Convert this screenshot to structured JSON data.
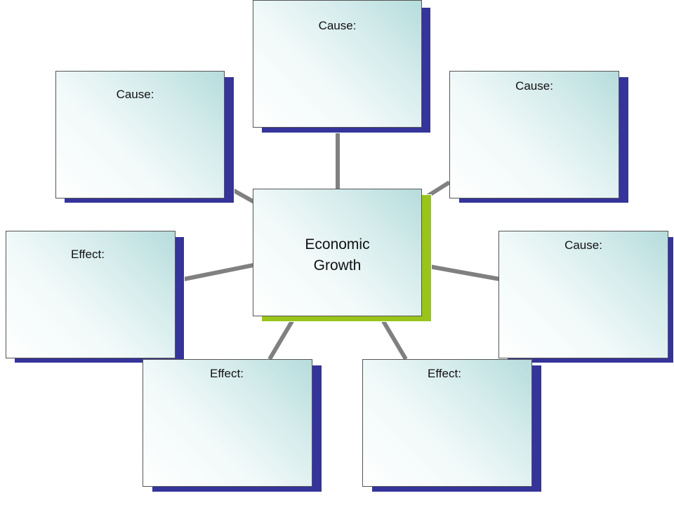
{
  "diagram": {
    "center": {
      "line1": "Economic",
      "line2": "Growth"
    },
    "causes": [
      {
        "label": "Cause:"
      },
      {
        "label": "Cause:"
      },
      {
        "label": "Cause:"
      },
      {
        "label": "Cause:"
      }
    ],
    "effects": [
      {
        "label": "Effect:"
      },
      {
        "label": "Effect:"
      },
      {
        "label": "Effect:"
      }
    ],
    "colors": {
      "connector": "#808080",
      "outer_shadow": "#35349a",
      "center_shadow": "#99c41a",
      "box_gradient": "#b6dcdc"
    }
  }
}
